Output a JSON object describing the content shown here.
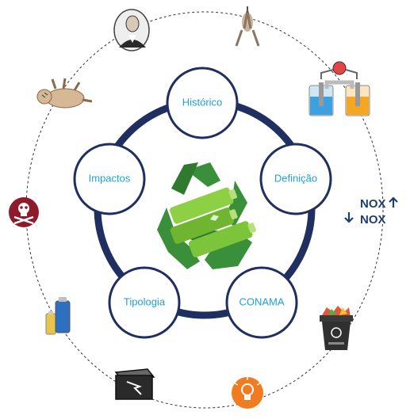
{
  "center": {
    "icon": "battery-recycling-icon"
  },
  "nodes": [
    {
      "id": "historico",
      "label": "Histórico"
    },
    {
      "id": "definicao",
      "label": "Definição"
    },
    {
      "id": "conama",
      "label": "CONAMA"
    },
    {
      "id": "tipologia",
      "label": "Tipologia"
    },
    {
      "id": "impactos",
      "label": "Impactos"
    }
  ],
  "oxidation": {
    "line1": "NOX",
    "line2": "NOX"
  },
  "orbit_icons": [
    "portrait-volta-icon",
    "frog-galvani-icon",
    "electrochemical-cell-icon",
    "oxidation-number-icon",
    "recycling-bin-icon",
    "lamp-energy-icon",
    "battery-box-icon",
    "batteries-icon",
    "toxic-skull-icon",
    "dead-animal-icon"
  ],
  "colors": {
    "ring": "#1f2f5f",
    "node_border": "#1f2f5f",
    "label": "#1ea0d8",
    "recycle_green": "#3a8f3a",
    "battery_green": "#7cc43a",
    "skull_red": "#8e1b2b",
    "bin_dark": "#303030",
    "lamp_orange": "#f07b21"
  }
}
